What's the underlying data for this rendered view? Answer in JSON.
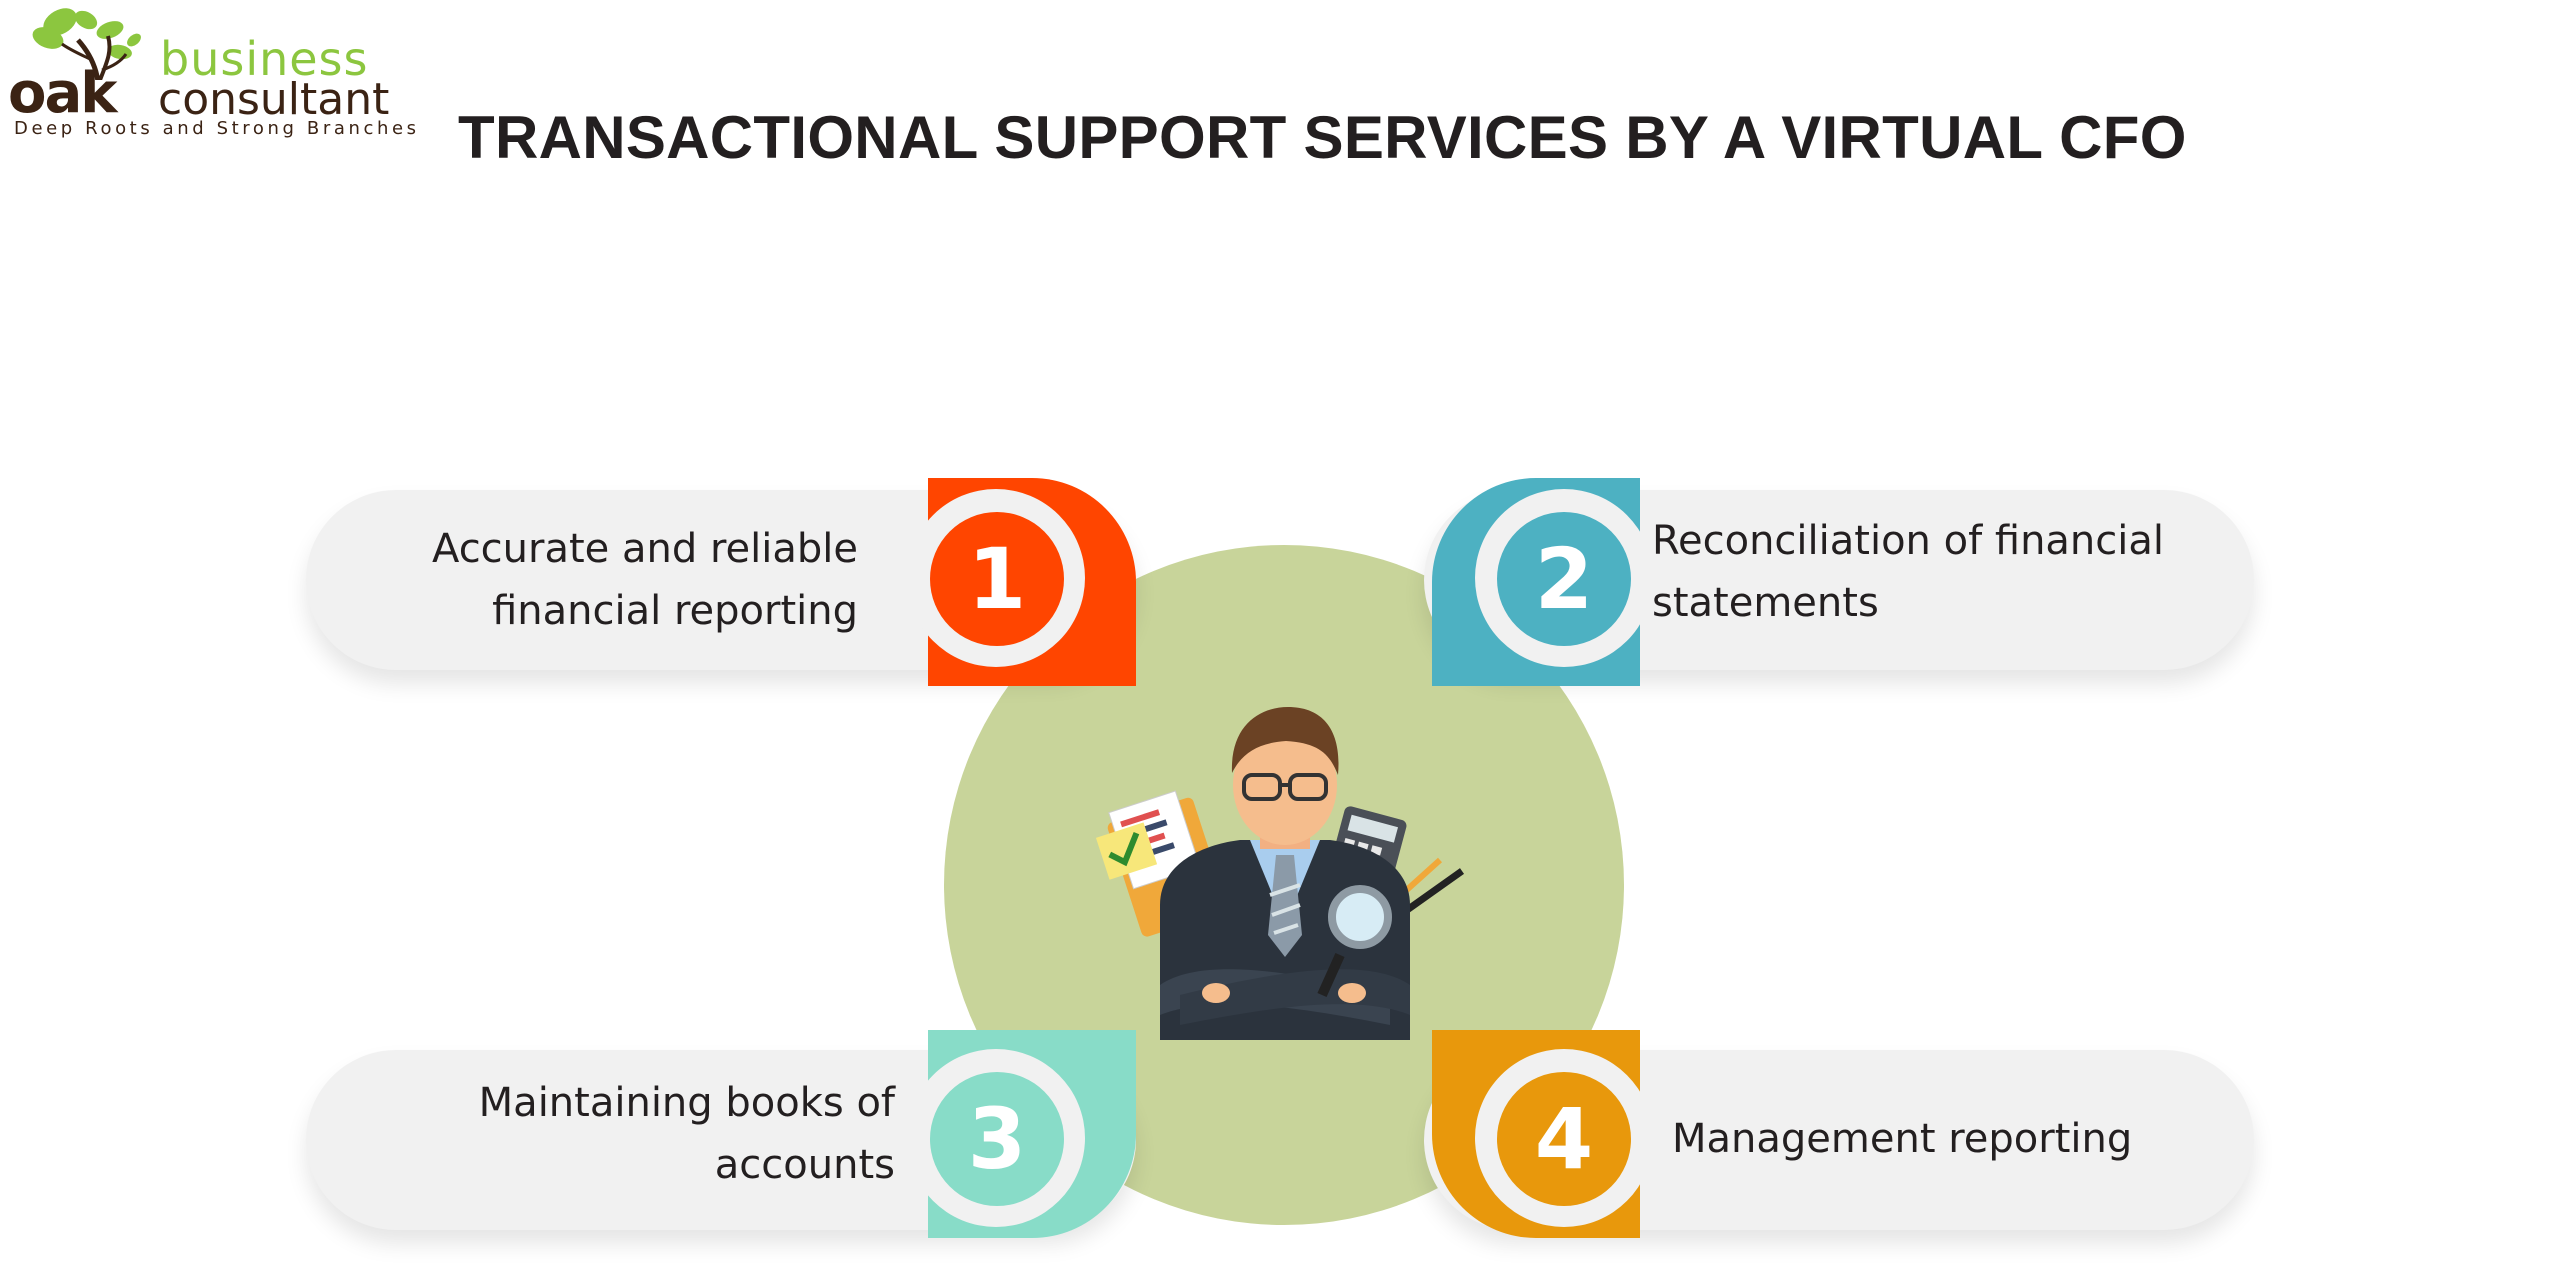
{
  "brand": {
    "logo_word_1": "business",
    "logo_word_2": "consultant",
    "logo_mark": "oak",
    "tagline": "Deep Roots and Strong Branches"
  },
  "page": {
    "title": "TRANSACTIONAL SUPPORT SERVICES BY A VIRTUAL CFO"
  },
  "services": [
    {
      "number": "1",
      "lines": [
        "Accurate and reliable",
        "financial reporting"
      ],
      "color": "#ff4500"
    },
    {
      "number": "2",
      "lines": [
        "Reconciliation of financial",
        "statements"
      ],
      "color": "#4db1c2"
    },
    {
      "number": "3",
      "lines": [
        "Maintaining books of",
        "accounts"
      ],
      "color": "#88dcc8"
    },
    {
      "number": "4",
      "lines": [
        "Management reporting"
      ],
      "color": "#e8980c"
    }
  ],
  "illustration": {
    "icon": "businessman-with-documents-calculator-magnifier-icon"
  },
  "colors": {
    "circle": "#c8d49a",
    "pill": "#f1f1f1",
    "brand_green": "#8cc63f",
    "brand_brown": "#3b2314"
  }
}
